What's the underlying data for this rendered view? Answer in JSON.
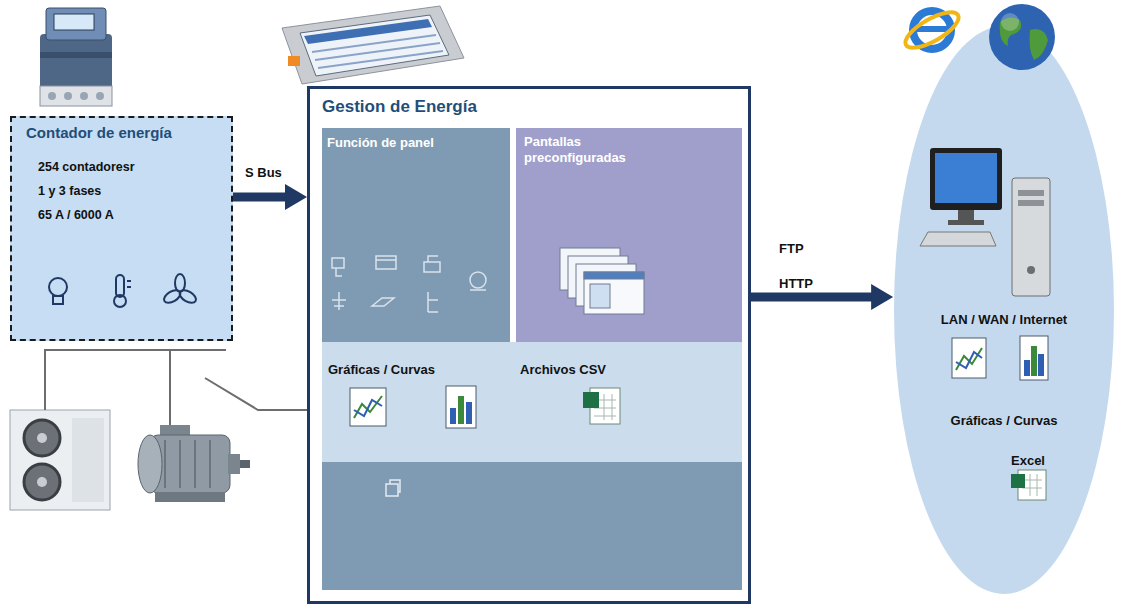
{
  "diagram": {
    "nodes": [
      {
        "text": [
          "Contador de energía",
          "254 contadoresr",
          "1 y 3 fases",
          "65 A / 6000 A"
        ]
      },
      {
        "text": [
          "Gestion de Energía"
        ]
      },
      {
        "text": [
          "Función de panel"
        ],
        "in": 1
      },
      {
        "text": [
          "Pantallas preconfiguradas"
        ],
        "in": 1
      },
      {
        "text": [
          "Gráficas / Curvas",
          "Archivos CSV"
        ],
        "in": 1
      },
      {
        "text": [
          "LAN / WAN / Internet",
          "Gráficas / Curvas",
          "Excel"
        ]
      }
    ],
    "edges": [
      {
        "from": 0,
        "to": 1,
        "arrow": "to",
        "label": "S Bus"
      },
      {
        "from": 1,
        "to": 5,
        "arrow": "to",
        "label": "FTP"
      }
    ],
    "labels": [
      "HTTP"
    ]
  }
}
